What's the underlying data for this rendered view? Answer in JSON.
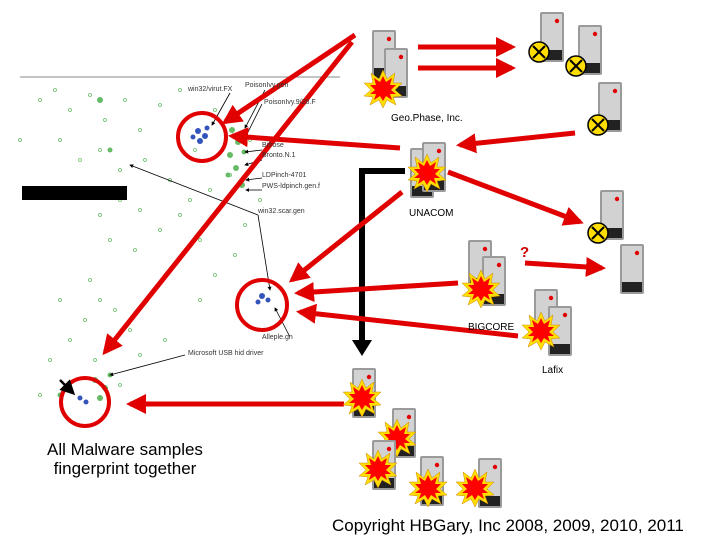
{
  "labels": {
    "geophase": "Geo.Phase, Inc.",
    "unacom": "UNACOM",
    "bigcore": "BIGCORE",
    "lafix": "Lafix",
    "question": "?",
    "caption_line1": "All Malware samples",
    "caption_line2": "fingerprint together",
    "copyright": "Copyright HBGary, Inc 2008, 2009, 2010, 2011"
  },
  "scatter_labels": {
    "win32_virut": "win32/virut.FX",
    "poisonivy_gen": "PoisonIvy.gen",
    "poisonivy_v": "PoisonIvy.9/28.F",
    "bifrose": "Bifrose",
    "bronto": "Bronto.N.1",
    "ldpinch": "LDPinch-4701",
    "pws_ldpinch": "PWS-ldpinch.gen.f",
    "win32_scar": "win32.scar.gen",
    "alleple": "Alleple.gn",
    "microsoft_usb": "Microsoft USB hid driver"
  },
  "colors": {
    "arrow_red": "#e00000",
    "cluster_green": "#66bb66",
    "cluster_blue": "#3355bb",
    "server_grey": "#c8c8c8",
    "burst_red": "#ff0000",
    "burst_yellow": "#ffdd00"
  }
}
